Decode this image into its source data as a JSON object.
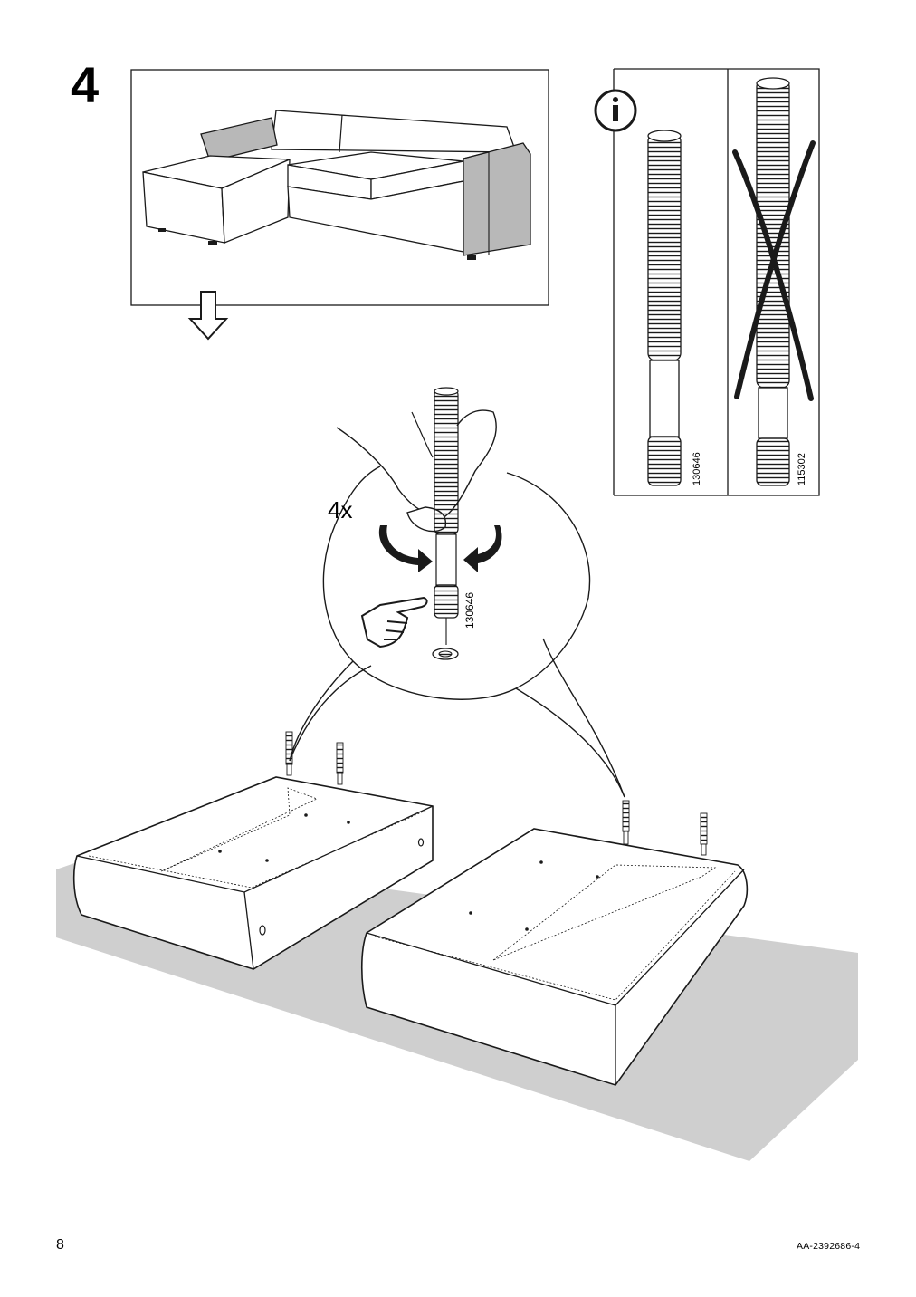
{
  "step": {
    "number": "4"
  },
  "info_panel": {
    "icon": "info-icon",
    "parts": [
      {
        "id": "130646",
        "status": "correct"
      },
      {
        "id": "115302",
        "status": "incorrect"
      }
    ]
  },
  "magnifier": {
    "quantity": "4x",
    "part_id": "130646"
  },
  "footer": {
    "page": "8",
    "code": "AA-2392686-4"
  },
  "colors": {
    "ink": "#1a1a1a",
    "floor": "#cfcfcf",
    "armrest": "#b8b8b8"
  }
}
